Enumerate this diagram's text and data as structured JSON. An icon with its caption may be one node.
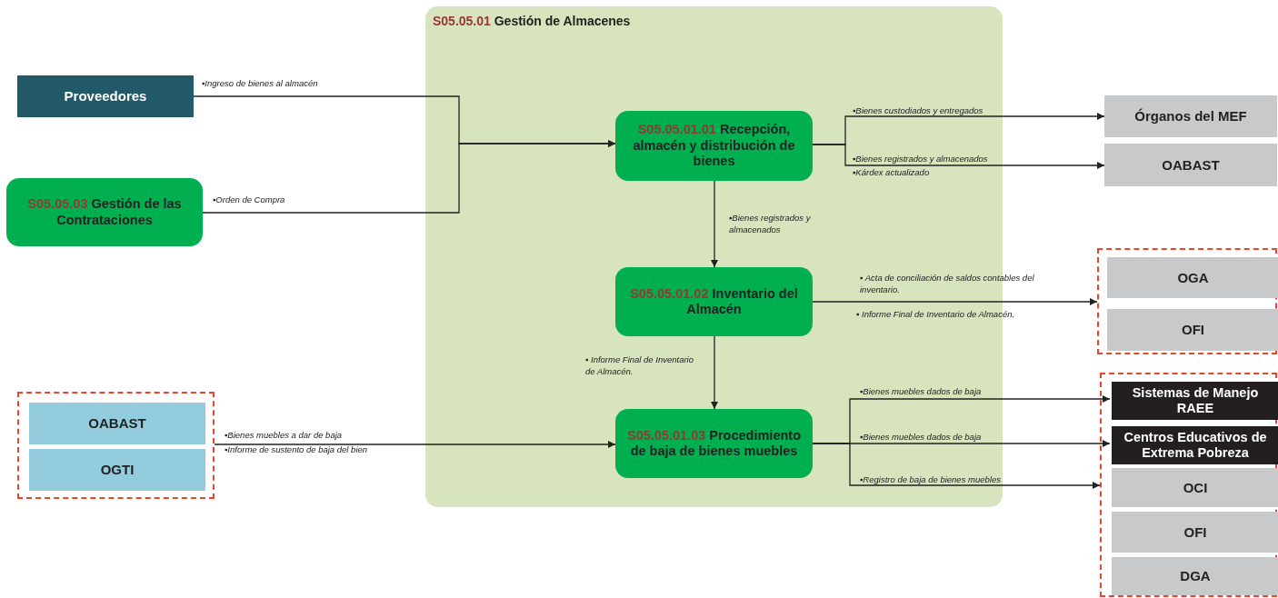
{
  "diagram": {
    "nodes": [
      {
        "text": [
          "S05.05.01 Gestión de Almacenes"
        ]
      },
      {
        "text": [
          "Proveedores"
        ]
      },
      {
        "text": [
          "S05.05.03 Gestión de las Contrataciones"
        ]
      },
      {
        "text": [
          "S05.05.01.01 Recepción, almacén y distribución de bienes"
        ],
        "in": 0
      },
      {
        "text": [
          "S05.05.01.02 Inventario del Almacén"
        ],
        "in": 0
      },
      {
        "text": [
          "S05.05.01.03 Procedimiento de baja de bienes muebles"
        ],
        "in": 0
      },
      {
        "text": [
          "Órganos del MEF"
        ]
      },
      {
        "text": [
          "OABAST"
        ]
      },
      {
        "text": [],
        "shape": "box"
      },
      {
        "text": [
          "OGA"
        ],
        "in": 8
      },
      {
        "text": [
          "OFI"
        ],
        "in": 8
      },
      {
        "text": [],
        "shape": "box"
      },
      {
        "text": [
          "OABAST"
        ],
        "in": 11
      },
      {
        "text": [
          "OGTI"
        ],
        "in": 11
      },
      {
        "text": [],
        "shape": "box"
      },
      {
        "text": [
          "Sistemas de Manejo RAEE"
        ],
        "in": 14
      },
      {
        "text": [
          "Centros Educativos de Extrema Pobreza"
        ],
        "in": 14
      },
      {
        "text": [
          "OCI"
        ],
        "in": 14
      },
      {
        "text": [
          "OFI"
        ],
        "in": 14
      },
      {
        "text": [
          "DGA"
        ],
        "in": 14
      }
    ],
    "edges": [
      {
        "from": 1,
        "to": 3,
        "arrow": "to",
        "label": "▪Ingreso de bienes al almacén"
      },
      {
        "from": 2,
        "to": 3,
        "arrow": "to",
        "label": "▪Orden de Compra"
      },
      {
        "from": 3,
        "to": 6,
        "arrow": "to",
        "label": "▪Bienes custodiados y entregados"
      },
      {
        "from": 3,
        "to": 7,
        "arrow": "to",
        "label": "▪Bienes registrados y almacenados"
      },
      {
        "from": 3,
        "to": 4,
        "arrow": "to",
        "label": "▪Bienes registrados y almacenados"
      },
      {
        "from": 4,
        "to": 8,
        "arrow": "to",
        "label": "▪ Acta de conciliación de saldos contables del inventario."
      },
      {
        "from": 4,
        "to": 5,
        "arrow": "to",
        "label": "▪ Informe Final de Inventario de Almacén."
      },
      {
        "from": 11,
        "to": 5,
        "arrow": "to",
        "label": "▪Bienes muebles a dar de baja"
      },
      {
        "from": 5,
        "to": 15,
        "arrow": "to",
        "label": "▪Bienes muebles dados de baja"
      },
      {
        "from": 5,
        "to": 16,
        "arrow": "to",
        "label": "▪Bienes muebles dados de baja"
      },
      {
        "from": 5,
        "to": 14,
        "arrow": "to",
        "label": "▪Registro de baja de bienes muebles"
      }
    ],
    "labels": [
      "▪Kárdex actualizado",
      "▪ Informe Final de Inventario de Almacén.",
      "▪Informe de sustento de baja del bien"
    ]
  }
}
